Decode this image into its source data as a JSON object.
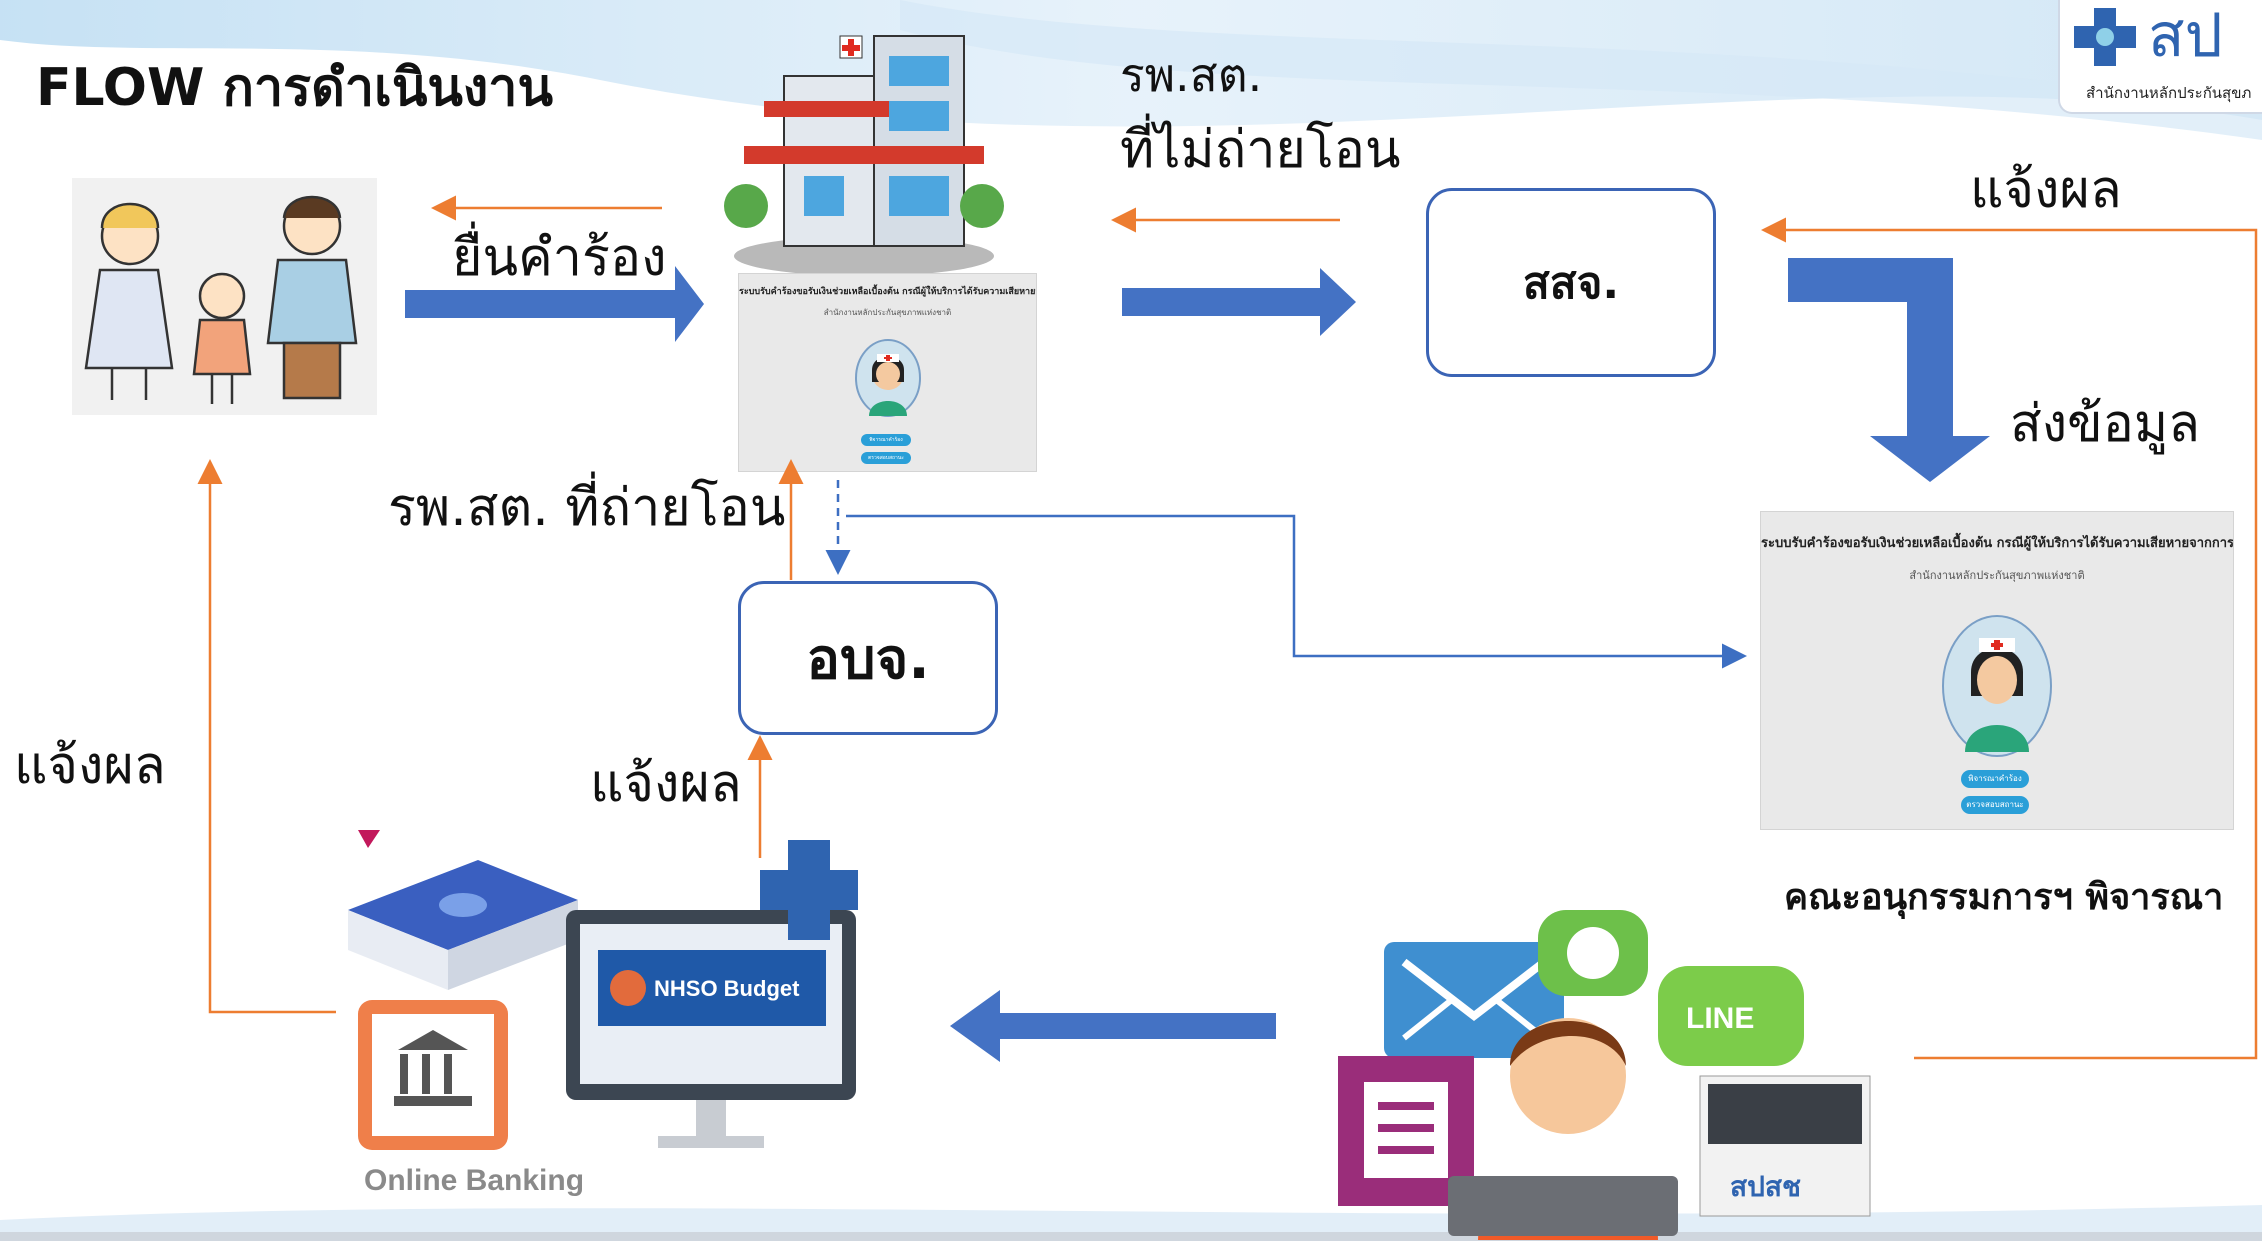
{
  "title": "FLOW การดำเนินงาน",
  "labels": {
    "submit_request": "ยื่นคำร้อง",
    "rph_not_transfer_line1": "รพ.สต.",
    "rph_not_transfer_line2": "ที่ไม่ถ่ายโอน",
    "rph_transfer": "รพ.สต. ที่ถ่ายโอน",
    "notify_top_right": "แจ้งผล",
    "send_data": "ส่งข้อมูล",
    "notify_left": "แจ้งผล",
    "notify_center": "แจ้งผล",
    "committee": "คณะอนุกรรมการฯ พิจารณา"
  },
  "boxes": {
    "ssj": "สสจ.",
    "obj": "อบจ."
  },
  "system_screen": {
    "heading": "ระบบรับคำร้องขอรับเงินช่วยเหลือเบื้องต้น กรณีผู้ให้บริการได้รับความเสียหายจากการบริการ",
    "subheading": "สำนักงานหลักประกันสุขภาพแห่งชาติ",
    "button1": "พิจารณาคำร้อง",
    "button2": "ตรวจสอบสถานะ"
  },
  "logo": {
    "text": "สป",
    "caption": "สำนักงานหลักประกันสุขภ"
  },
  "images": {
    "budget_label": "NHSO Budget",
    "online_banking": "Online Banking",
    "line_label": "LINE",
    "nhso_small": "สปสช"
  },
  "colors": {
    "blue_arrow": "#4472c4",
    "orange_line": "#ed7d31",
    "box_border": "#3b64b5",
    "link_blue": "#3d6fc2"
  }
}
